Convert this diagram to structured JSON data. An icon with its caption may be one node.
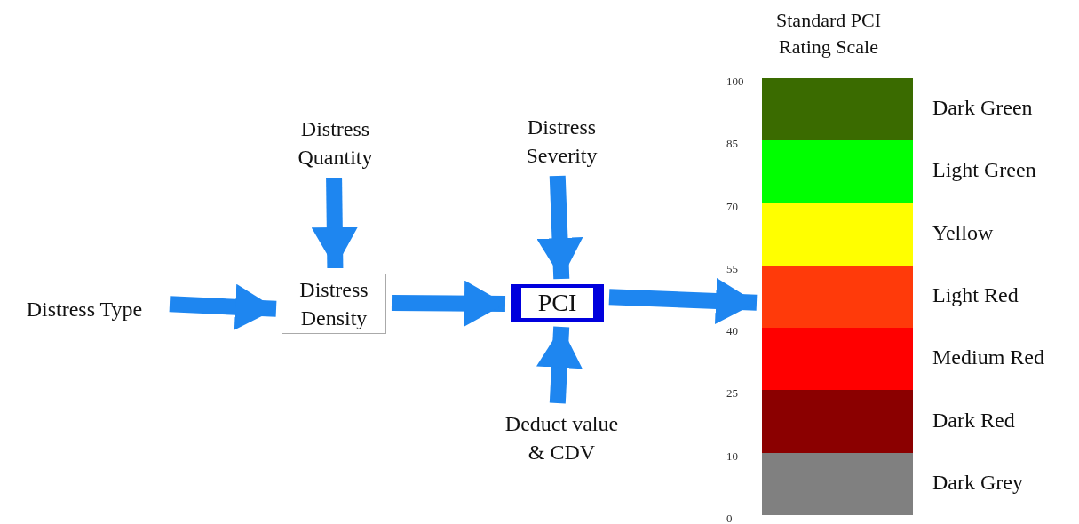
{
  "diagram": {
    "nodes": [
      {
        "text": [
          "Distress Type"
        ]
      },
      {
        "text": [
          "Distress Quantity"
        ]
      },
      {
        "text": [
          "Distress Density"
        ]
      },
      {
        "text": [
          "Distress Severity"
        ]
      },
      {
        "text": [
          "PCI"
        ]
      },
      {
        "text": [
          "Deduct value & CDV"
        ]
      },
      {
        "text": [],
        "shape": "bar"
      }
    ],
    "edges": [
      {
        "from": 0,
        "to": 2,
        "arrow": "to"
      },
      {
        "from": 1,
        "to": 2,
        "arrow": "to"
      },
      {
        "from": 2,
        "to": 4,
        "arrow": "to"
      },
      {
        "from": 3,
        "to": 4,
        "arrow": "to"
      },
      {
        "from": 5,
        "to": 4,
        "arrow": "to"
      },
      {
        "from": 4,
        "to": 6,
        "arrow": "to"
      }
    ],
    "labels": [
      "Standard PCI Rating Scale",
      "100",
      "85",
      "70",
      "55",
      "40",
      "25",
      "10",
      "0"
    ],
    "legend": [
      {
        "text": "Dark Green",
        "color": "#3a6b00"
      },
      {
        "text": "Light Green",
        "color": "#00ff00"
      },
      {
        "text": "Yellow",
        "color": "#ffff00"
      },
      {
        "text": "Light Red",
        "color": "#ff3a0a"
      },
      {
        "text": "Medium Red",
        "color": "#ff0000"
      },
      {
        "text": "Dark Red",
        "color": "#8b0000"
      },
      {
        "text": "Dark Grey",
        "color": "#808080"
      }
    ]
  }
}
